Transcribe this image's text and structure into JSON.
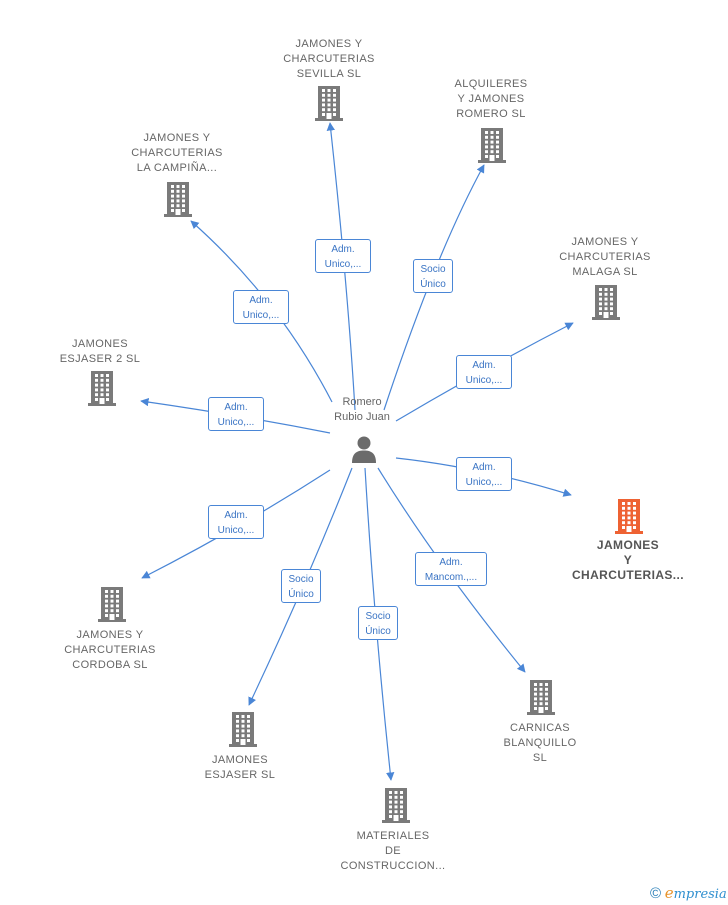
{
  "center": {
    "label": "Romero\nRubio Juan"
  },
  "nodes": [
    {
      "id": "sevilla",
      "label": "JAMONES Y\nCHARCUTERIAS\nSEVILLA  SL",
      "highlight": false
    },
    {
      "id": "alquileres",
      "label": "ALQUILERES\nY JAMONES\nROMERO  SL",
      "highlight": false
    },
    {
      "id": "campina",
      "label": "JAMONES Y\nCHARCUTERIAS\nLA CAMPIÑA...",
      "highlight": false
    },
    {
      "id": "malaga",
      "label": "JAMONES Y\nCHARCUTERIAS\nMALAGA  SL",
      "highlight": false
    },
    {
      "id": "esjaser2",
      "label": "JAMONES\nESJASER 2  SL",
      "highlight": false
    },
    {
      "id": "jyc",
      "label": "JAMONES\nY\nCHARCUTERIAS...",
      "highlight": true
    },
    {
      "id": "cordoba",
      "label": "JAMONES Y\nCHARCUTERIAS\nCORDOBA  SL",
      "highlight": false
    },
    {
      "id": "carnicas",
      "label": "CARNICAS\nBLANQUILLO\nSL",
      "highlight": false
    },
    {
      "id": "esjaser",
      "label": "JAMONES\nESJASER  SL",
      "highlight": false
    },
    {
      "id": "materiales",
      "label": "MATERIALES\nDE\nCONSTRUCCION...",
      "highlight": false
    }
  ],
  "relations": [
    {
      "to": "sevilla",
      "label": "Adm.\nUnico,..."
    },
    {
      "to": "alquileres",
      "label": "Socio\nÚnico"
    },
    {
      "to": "campina",
      "label": "Adm.\nUnico,..."
    },
    {
      "to": "malaga",
      "label": "Adm.\nUnico,..."
    },
    {
      "to": "esjaser2",
      "label": "Adm.\nUnico,..."
    },
    {
      "to": "jyc",
      "label": "Adm.\nUnico,..."
    },
    {
      "to": "cordoba",
      "label": "Adm.\nUnico,..."
    },
    {
      "to": "carnicas",
      "label": "Adm.\nMancom.,..."
    },
    {
      "to": "esjaser",
      "label": "Socio\nÚnico"
    },
    {
      "to": "materiales",
      "label": "Socio\nÚnico"
    }
  ],
  "colors": {
    "edge": "#4a86d6",
    "building": "#7a7a7a",
    "building_highlight": "#ee6233",
    "person": "#6b6b6b"
  },
  "brand": {
    "copyright": "©",
    "e": "e",
    "rest": "mpresia"
  }
}
